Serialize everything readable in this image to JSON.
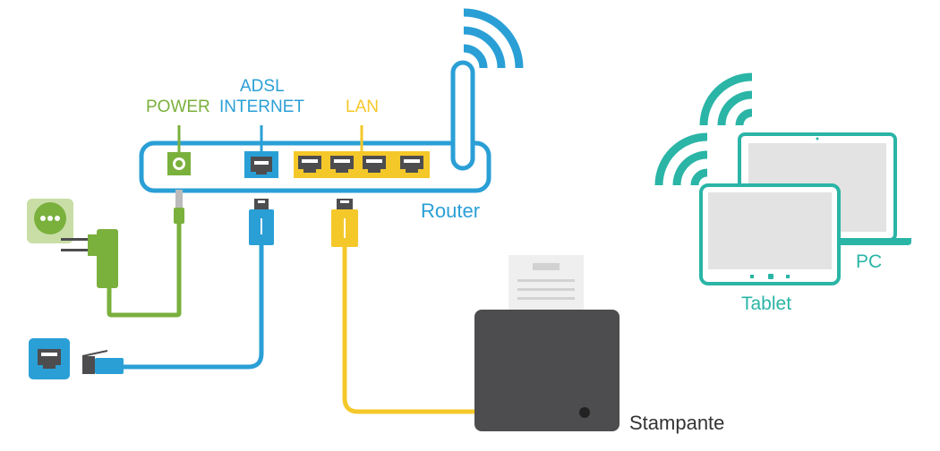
{
  "labels": {
    "power": "POWER",
    "adsl_line1": "ADSL",
    "adsl_line2": "INTERNET",
    "lan": "LAN",
    "router": "Router",
    "printer": "Stampante",
    "tablet": "Tablet",
    "pc": "PC"
  },
  "colors": {
    "power": "#7ab03c",
    "adsl": "#2a9fd6",
    "lan": "#f5c82a",
    "router": "#2a9fd6",
    "devices": "#2ab5a6",
    "printer": "#4d4d4f",
    "label_dark": "#333333"
  }
}
